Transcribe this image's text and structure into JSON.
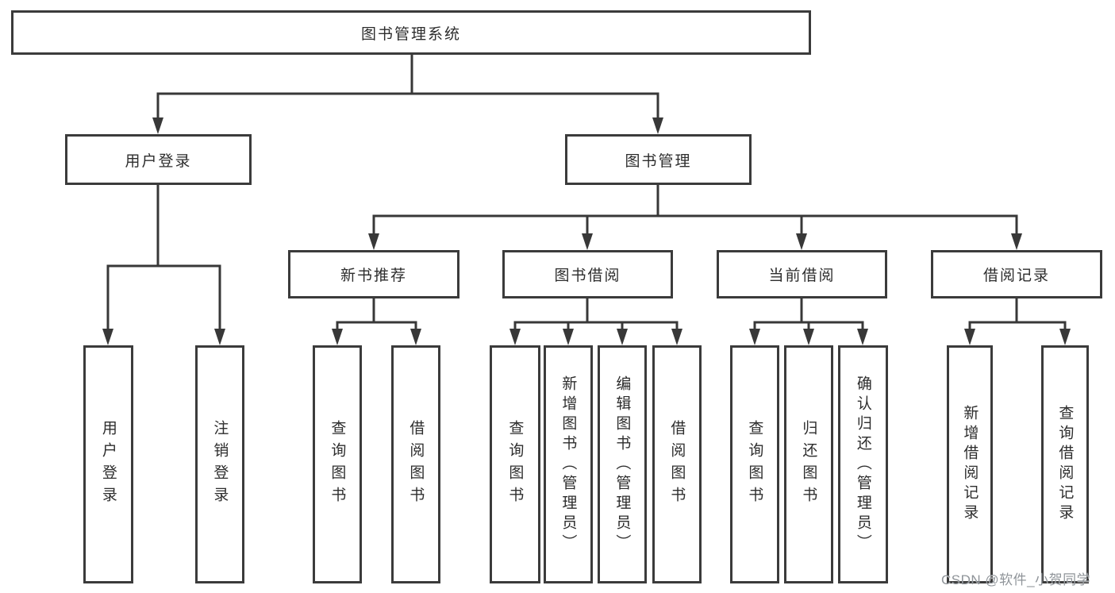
{
  "title": "图书管理系统",
  "colors": {
    "background": "#ffffff",
    "line": "#383838",
    "box_border": "#3b3b3b",
    "text": "#2d2d2d",
    "watermark": "#8f9499"
  },
  "watermark": {
    "text": "CSDN @软件_小贺同学"
  },
  "tree": {
    "root": {
      "label": "图书管理系统"
    },
    "branches": [
      {
        "label": "用户登录",
        "children": [
          {
            "label": "用户登录"
          },
          {
            "label": "注销登录"
          }
        ]
      },
      {
        "label": "图书管理",
        "children": [
          {
            "label": "新书推荐",
            "children": [
              {
                "label": "查询图书"
              },
              {
                "label": "借阅图书"
              }
            ]
          },
          {
            "label": "图书借阅",
            "children": [
              {
                "label": "查询图书"
              },
              {
                "label": "新增图书（管理员）"
              },
              {
                "label": "编辑图书（管理员）"
              },
              {
                "label": "借阅图书"
              }
            ]
          },
          {
            "label": "当前借阅",
            "children": [
              {
                "label": "查询图书"
              },
              {
                "label": "归还图书"
              },
              {
                "label": "确认归还（管理员）"
              }
            ]
          },
          {
            "label": "借阅记录",
            "children": [
              {
                "label": "新增借阅记录"
              },
              {
                "label": "查询借阅记录"
              }
            ]
          }
        ]
      }
    ]
  }
}
